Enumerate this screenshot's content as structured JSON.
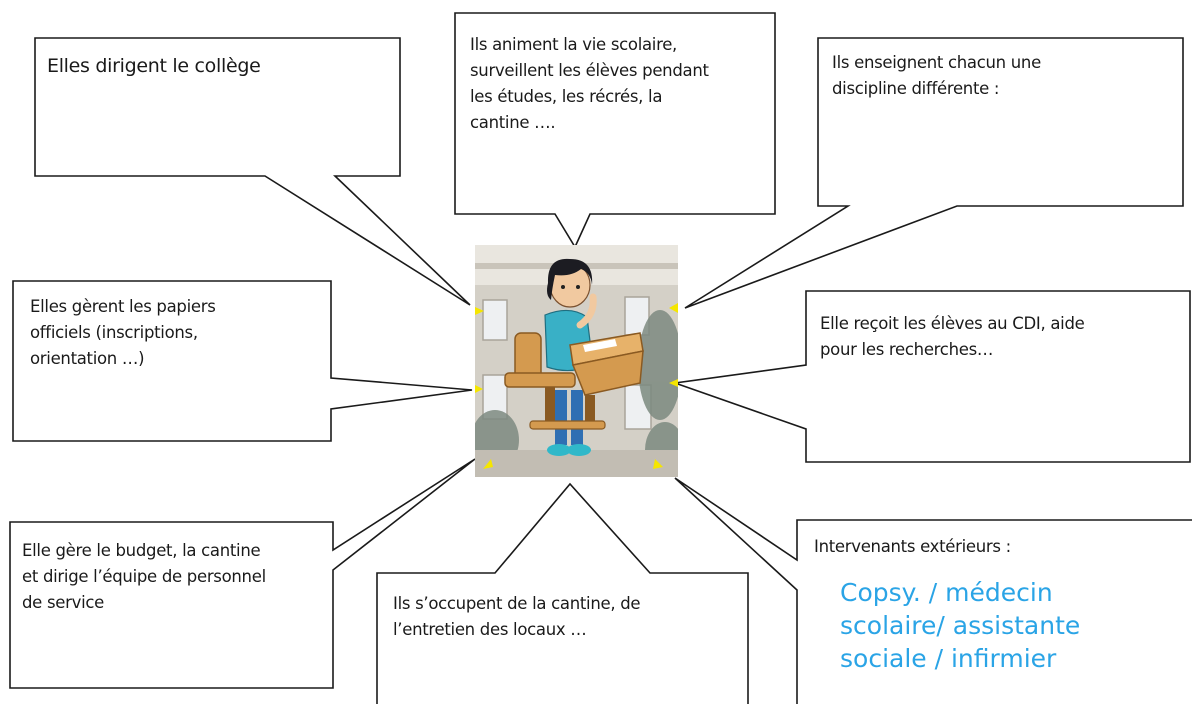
{
  "bubbles": {
    "direction": "Elles dirigent le collège",
    "vie_scolaire": "Ils animent la vie scolaire,\nsurveillent les élèves pendant\nles études, les récrés, la\ncantine ….",
    "professeurs": "Ils enseignent chacun une\ndiscipline différente :",
    "secretariat": "Elles gèrent les papiers\nofficiels (inscriptions,\norientation …)",
    "documentaliste": "Elle reçoit les élèves au CDI, aide\npour les recherches…",
    "intendance": "Elle gère le budget, la cantine\net dirige l’équipe de personnel\nde service",
    "agents": "Ils s’occupent de la cantine, de\nl’entretien des locaux …",
    "exterieurs_label": "Intervenants extérieurs :",
    "exterieurs_list": "Copsy. / médecin\nscolaire/ assistante\nsociale / infirmier"
  },
  "colors": {
    "outline": "#1a1a1a",
    "highlight_text": "#2aa4e6",
    "spark": "#f5e600"
  },
  "icons": {
    "center": "student-at-desk-illustration"
  }
}
